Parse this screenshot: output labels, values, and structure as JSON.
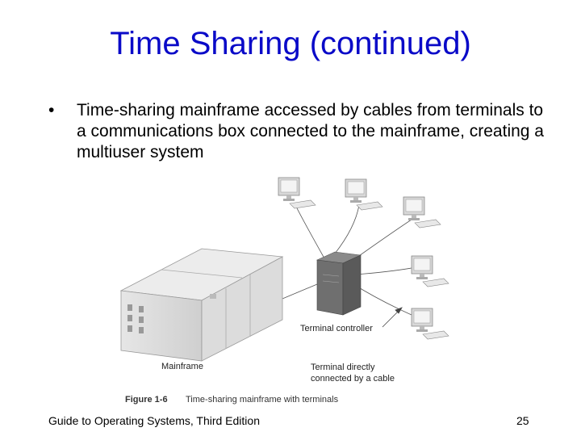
{
  "slide": {
    "title": "Time Sharing (continued)",
    "bullet": "Time-sharing mainframe accessed by cables from terminals to a communications box connected to the mainframe, creating a multiuser system"
  },
  "figure": {
    "label_mainframe": "Mainframe",
    "label_controller": "Terminal controller",
    "label_terminal_line1": "Terminal directly",
    "label_terminal_line2": "connected by a cable",
    "caption_number": "Figure 1-6",
    "caption_text": "Time-sharing mainframe with terminals"
  },
  "footer": {
    "left": "Guide to Operating Systems, Third Edition",
    "page": "25"
  },
  "colors": {
    "title": "#0a0ac8"
  }
}
